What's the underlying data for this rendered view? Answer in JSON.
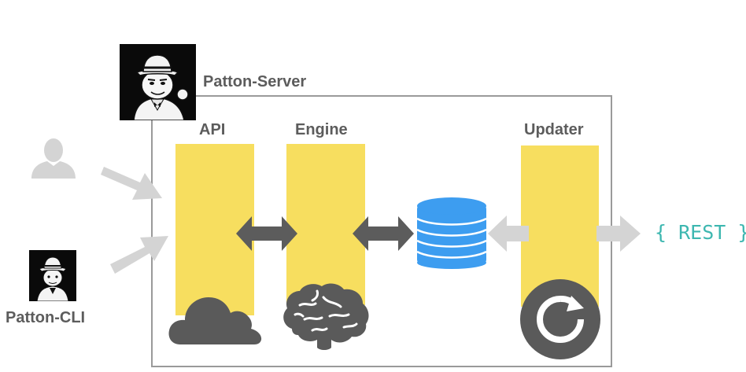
{
  "server": {
    "title": "Patton-Server"
  },
  "columns": [
    {
      "id": "api",
      "label": "API",
      "icon": "cloud-icon"
    },
    {
      "id": "engine",
      "label": "Engine",
      "icon": "brain-icon"
    },
    {
      "id": "updater",
      "label": "Updater",
      "icon": "refresh-icon"
    }
  ],
  "cli": {
    "label": "Patton-CLI"
  },
  "external": {
    "label": "{ REST }"
  },
  "icons": {
    "user": "user-silhouette-icon",
    "mascot": "detective-mascot-icon",
    "database": "database-icon"
  },
  "colors": {
    "column": "#f7de5f",
    "arrow_dark": "#5c5c5c",
    "arrow_light": "#d4d4d4",
    "database": "#3d9df0",
    "rest_text": "#3db7b0",
    "text": "#5c5c5c",
    "box_border": "#9a9a9a"
  }
}
